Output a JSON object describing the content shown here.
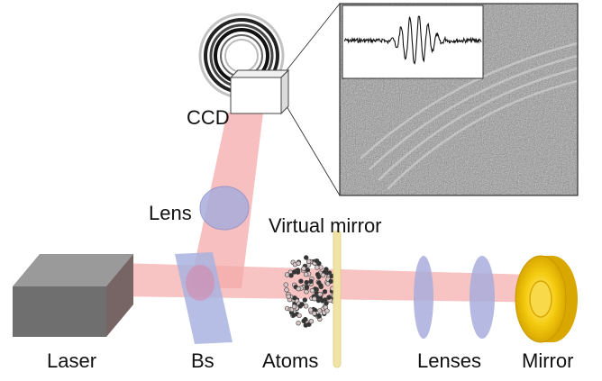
{
  "labels": {
    "ccd": "CCD",
    "lens": "Lens",
    "virtual_mirror": "Virtual mirror",
    "laser": "Laser",
    "bs": "Bs",
    "atoms": "Atoms",
    "lenses": "Lenses",
    "mirror": "Mirror"
  },
  "colors": {
    "beam": "#f4a9a9",
    "laser_body": "#7d7d7d",
    "lens_fill": "#a9addc",
    "beamsplitter": "#a9b3e0",
    "virtual_mirror": "#f1e3a6",
    "mirror_gold": "#f2c400",
    "ccd_rings": "#222222",
    "noise_background": "#9a9a9a"
  }
}
